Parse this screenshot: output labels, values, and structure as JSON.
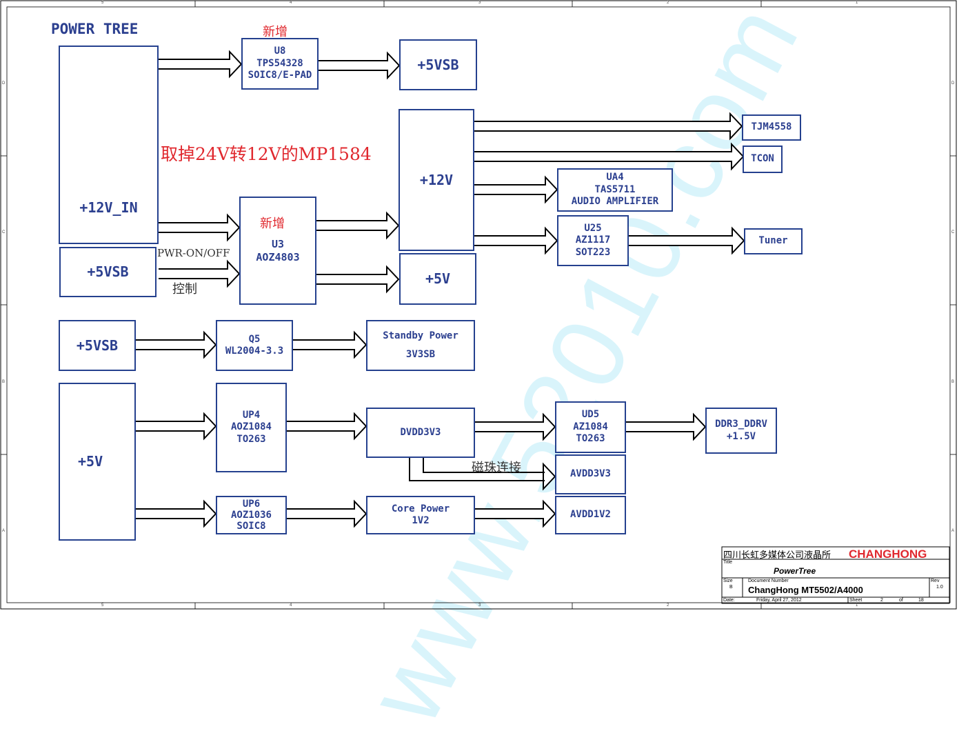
{
  "diagram": {
    "title": "POWER TREE",
    "note_removed": "取掉24V转12V的MP1584",
    "watermark": "www.52010.com",
    "new_tag_u8": "新增",
    "new_tag_u3": "新增",
    "label_pwr": "PWR-ON/OFF",
    "label_ctrl": "控制",
    "label_bead": "磁珠连接",
    "nodes": {
      "in12v": [
        "+12V_IN"
      ],
      "vsb5_top": [
        "+5VSB"
      ],
      "u8": [
        "U8",
        "TPS54328",
        "SOIC8/E-PAD"
      ],
      "vsb5_out": [
        "+5VSB"
      ],
      "u3": [
        "U3",
        "AOZ4803"
      ],
      "v12": [
        "+12V"
      ],
      "v5_out": [
        "+5V"
      ],
      "tjm": [
        "TJM4558"
      ],
      "tcon": [
        "TCON"
      ],
      "ua4": [
        "UA4",
        "TAS5711",
        "AUDIO AMPLIFIER"
      ],
      "u25": [
        "U25",
        "AZ1117",
        "SOT223"
      ],
      "tuner": [
        "Tuner"
      ],
      "vsb5_mid": [
        "+5VSB"
      ],
      "q5": [
        "Q5",
        "WL2004-3.3"
      ],
      "standby": [
        "Standby Power",
        "3V3SB"
      ],
      "v5_big": [
        "+5V"
      ],
      "up4": [
        "UP4",
        "AOZ1084",
        "TO263"
      ],
      "dvdd": [
        "DVDD3V3"
      ],
      "ud5": [
        "UD5",
        "AZ1084",
        "TO263"
      ],
      "ddr": [
        "DDR3_DDRV",
        "+1.5V"
      ],
      "avdd33": [
        "AVDD3V3"
      ],
      "up6": [
        "UP6",
        "AOZ1036",
        "SOIC8"
      ],
      "core": [
        "Core Power",
        "1V2"
      ],
      "avdd12": [
        "AVDD1V2"
      ]
    }
  },
  "border": {
    "top_numbers": [
      "5",
      "4",
      "3",
      "2",
      "1"
    ],
    "bottom_numbers": [
      "5",
      "4",
      "3",
      "2",
      "1"
    ],
    "side_letters": [
      "D",
      "C",
      "B",
      "A"
    ]
  },
  "title_block": {
    "company": "四川长虹多媒体公司液晶所",
    "brand": "CHANGHONG",
    "title_label": "Title",
    "title": "PowerTree",
    "size_label": "Size",
    "size": "B",
    "docnum_label": "Document Number",
    "docnum": "ChangHong MT5502/A4000",
    "rev_label": "Rev",
    "rev": "1.0",
    "date_label": "Date:",
    "date": "Friday, April 27, 2012",
    "sheet_label": "Sheet",
    "sheet": "2",
    "of_label": "of",
    "total": "18",
    "brand_color": "#e0282e"
  },
  "colors": {
    "box_border": "#24408e",
    "text_blue": "#2b3f8f",
    "note_red": "#e0282e"
  }
}
